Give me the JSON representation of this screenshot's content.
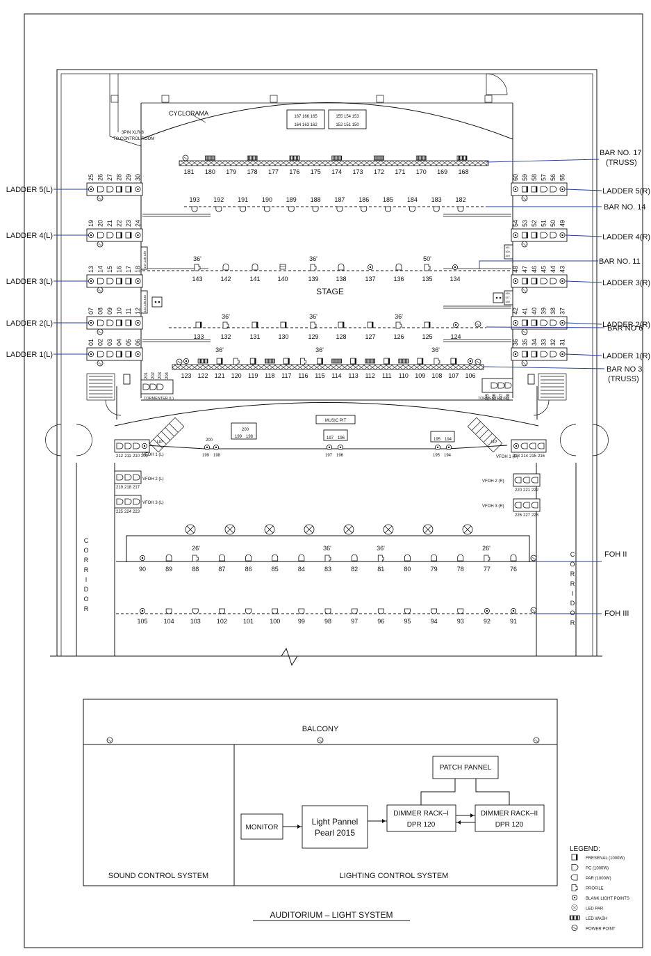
{
  "title": "AUDITORIUM  –  LIGHT SYSTEM",
  "stage": {
    "stage_label": "STAGE",
    "cyclorama_label": "CYCLORAMA",
    "xlr_note": [
      "3PIN XLR-6",
      "TO CONTROL ROOM"
    ],
    "music_pit_label": "MUSIC PIT",
    "tormenter_left": "TORMENTER (L)",
    "tormenter_right": "TORMENTER (R)",
    "up_label": "UP",
    "cyc_box_left": [
      "167  166  165",
      "164  163  162"
    ],
    "cyc_box_right": [
      "155  154  153",
      "152  151  150"
    ],
    "side_notes": [
      "161,",
      "160,",
      "159",
      "156,",
      "157,",
      "158",
      "147,148,149",
      "144,145,146"
    ]
  },
  "bar_labels": {
    "truss_17": [
      "BAR NO. 17",
      "(TRUSS)"
    ],
    "bar_14": "BAR NO. 14",
    "bar_11": "BAR NO. 11",
    "bar_6": "BAR NO 6",
    "truss_3": [
      "BAR NO 3",
      "(TRUSS)"
    ],
    "foh2": "FOH II",
    "foh3": "FOH III"
  },
  "ladders_left": [
    "LADDER 5(L)",
    "LADDER 4(L)",
    "LADDER 3(L)",
    "LADDER 2(L)",
    "LADDER 1(L)"
  ],
  "ladders_right": [
    "LADDER 5(R)",
    "LADDER 4(R)",
    "LADDER 3(R)",
    "LADDER 2(R)",
    "LADDER 1(R)"
  ],
  "ladder_numbers_left": [
    [
      "25",
      "26",
      "27",
      "28",
      "29",
      "30"
    ],
    [
      "19",
      "20",
      "21",
      "22",
      "23",
      "24"
    ],
    [
      "13",
      "14",
      "15",
      "16",
      "17",
      "18"
    ],
    [
      "07",
      "08",
      "09",
      "10",
      "11",
      "12"
    ],
    [
      "01",
      "02",
      "03",
      "04",
      "05",
      "06"
    ]
  ],
  "ladder_numbers_right": [
    [
      "60",
      "59",
      "58",
      "57",
      "56",
      "55"
    ],
    [
      "54",
      "53",
      "52",
      "51",
      "50",
      "49"
    ],
    [
      "48",
      "47",
      "46",
      "45",
      "44",
      "43"
    ],
    [
      "42",
      "41",
      "40",
      "39",
      "38",
      "37"
    ],
    [
      "36",
      "35",
      "34",
      "33",
      "32",
      "31"
    ]
  ],
  "rows": {
    "bar17": [
      "181",
      "180",
      "179",
      "178",
      "177",
      "176",
      "175",
      "174",
      "173",
      "172",
      "171",
      "170",
      "169",
      "168"
    ],
    "bar14": [
      "193",
      "192",
      "191",
      "190",
      "189",
      "188",
      "187",
      "186",
      "185",
      "184",
      "183",
      "182"
    ],
    "bar11": [
      "143",
      "142",
      "141",
      "140",
      "139",
      "138",
      "137",
      "136",
      "135",
      "134"
    ],
    "bar6": [
      "133",
      "132",
      "131",
      "130",
      "129",
      "128",
      "127",
      "126",
      "125",
      "124"
    ],
    "bar3": [
      "123",
      "122",
      "121",
      "120",
      "119",
      "118",
      "117",
      "116",
      "115",
      "114",
      "113",
      "112",
      "111",
      "110",
      "109",
      "108",
      "107",
      "106"
    ],
    "foh2": [
      "90",
      "89",
      "88",
      "87",
      "86",
      "85",
      "84",
      "83",
      "82",
      "81",
      "80",
      "79",
      "78",
      "77",
      "76"
    ],
    "foh3": [
      "105",
      "104",
      "103",
      "102",
      "101",
      "100",
      "99",
      "98",
      "97",
      "96",
      "95",
      "94",
      "93",
      "92",
      "91"
    ]
  },
  "angle_marks": [
    "36'",
    "36'",
    "50'",
    "36'",
    "36'",
    "36'",
    "36'",
    "36'",
    "36'",
    "26'",
    "36'",
    "36'",
    "26'"
  ],
  "tormenter_numbers": [
    "201",
    "202",
    "203",
    "204",
    "205",
    "206",
    "207",
    "208"
  ],
  "pit": {
    "box1": [
      "200",
      "199",
      "198"
    ],
    "box2": [
      "197",
      "196"
    ],
    "box3": [
      "195",
      "194"
    ],
    "floor_label": "200",
    "floor_points": [
      "199",
      "198",
      "197",
      "196",
      "195",
      "194"
    ]
  },
  "vfoh": {
    "v1l": "VFOH 1 (L)",
    "v1l_nums": [
      "212",
      "211",
      "210",
      "209"
    ],
    "v2l": "VFOH 2 (L)",
    "v2l_nums": [
      "219",
      "218",
      "217"
    ],
    "v3l": "VFOH 3 (L)",
    "v3l_nums": [
      "225",
      "224",
      "223"
    ],
    "v1r": "VFOH 1 (R)",
    "v1r_nums": [
      "213",
      "214",
      "215",
      "216"
    ],
    "v2r": "VFOH 2 (R)",
    "v2r_nums": [
      "220",
      "221",
      "222"
    ],
    "v3r": "VFOH 3 (R)",
    "v3r_nums": [
      "226",
      "227",
      "228"
    ]
  },
  "corridor_label": [
    "C",
    "O",
    "R",
    "R",
    "I",
    "D",
    "O",
    "R"
  ],
  "control": {
    "balcony": "BALCONY",
    "sound": "SOUND  CONTROL  SYSTEM",
    "lighting": "LIGHTING  CONTROL  SYSTEM",
    "monitor": "MONITOR",
    "light_panel": [
      "Light Pannel",
      "Pearl 2015"
    ],
    "dimmer1": [
      "DIMMER  RACK–I",
      "DPR  120"
    ],
    "dimmer2": [
      "DIMMER  RACK–II",
      "DPR  120"
    ],
    "patch": "PATCH  PANNEL"
  },
  "legend": {
    "title": "LEGEND:",
    "items": [
      {
        "icon": "fresnel-icon",
        "label": "FRESENAL  (1000W)"
      },
      {
        "icon": "pc-icon",
        "label": "PC  (1000W)"
      },
      {
        "icon": "par-icon",
        "label": "PAR  (1000W)"
      },
      {
        "icon": "profile-icon",
        "label": "PROFILE"
      },
      {
        "icon": "blank-point-icon",
        "label": "BLANK  LIGHT  POINTS"
      },
      {
        "icon": "led-par-icon",
        "label": "LED PAR"
      },
      {
        "icon": "led-wash-icon",
        "label": "LED WASH"
      },
      {
        "icon": "power-point-icon",
        "label": "POWER POINT"
      }
    ]
  }
}
